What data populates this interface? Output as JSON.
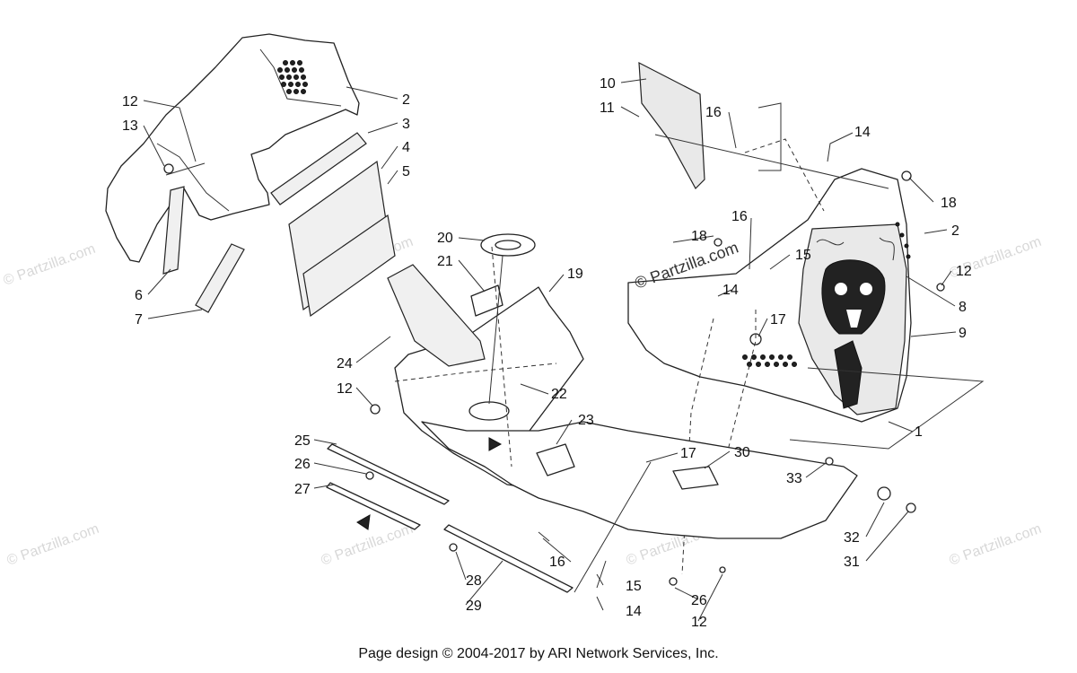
{
  "watermark": "© Partzilla.com",
  "footer": "Page design © 2004-2017 by ARI Network Services, Inc.",
  "callouts": [
    {
      "id": "c2a",
      "label": "2"
    },
    {
      "id": "c3",
      "label": "3"
    },
    {
      "id": "c4",
      "label": "4"
    },
    {
      "id": "c5",
      "label": "5"
    },
    {
      "id": "c12a",
      "label": "12"
    },
    {
      "id": "c13",
      "label": "13"
    },
    {
      "id": "c6",
      "label": "6"
    },
    {
      "id": "c7",
      "label": "7"
    },
    {
      "id": "c10",
      "label": "10"
    },
    {
      "id": "c11",
      "label": "11"
    },
    {
      "id": "c16a",
      "label": "16"
    },
    {
      "id": "c14a",
      "label": "14"
    },
    {
      "id": "c18a",
      "label": "18"
    },
    {
      "id": "c2b",
      "label": "2"
    },
    {
      "id": "c16b",
      "label": "16"
    },
    {
      "id": "c18b",
      "label": "18"
    },
    {
      "id": "c15a",
      "label": "15"
    },
    {
      "id": "c12b",
      "label": "12"
    },
    {
      "id": "c14b",
      "label": "14"
    },
    {
      "id": "c17a",
      "label": "17"
    },
    {
      "id": "c8",
      "label": "8"
    },
    {
      "id": "c9",
      "label": "9"
    },
    {
      "id": "c20",
      "label": "20"
    },
    {
      "id": "c21",
      "label": "21"
    },
    {
      "id": "c19",
      "label": "19"
    },
    {
      "id": "c24",
      "label": "24"
    },
    {
      "id": "c12c",
      "label": "12"
    },
    {
      "id": "c22",
      "label": "22"
    },
    {
      "id": "c23",
      "label": "23"
    },
    {
      "id": "c1",
      "label": "1"
    },
    {
      "id": "c25",
      "label": "25"
    },
    {
      "id": "c26a",
      "label": "26"
    },
    {
      "id": "c27",
      "label": "27"
    },
    {
      "id": "c17b",
      "label": "17"
    },
    {
      "id": "c30",
      "label": "30"
    },
    {
      "id": "c33",
      "label": "33"
    },
    {
      "id": "c32",
      "label": "32"
    },
    {
      "id": "c31",
      "label": "31"
    },
    {
      "id": "c16c",
      "label": "16"
    },
    {
      "id": "c15b",
      "label": "15"
    },
    {
      "id": "c14c",
      "label": "14"
    },
    {
      "id": "c28",
      "label": "28"
    },
    {
      "id": "c29",
      "label": "29"
    },
    {
      "id": "c26b",
      "label": "26"
    },
    {
      "id": "c12d",
      "label": "12"
    }
  ]
}
